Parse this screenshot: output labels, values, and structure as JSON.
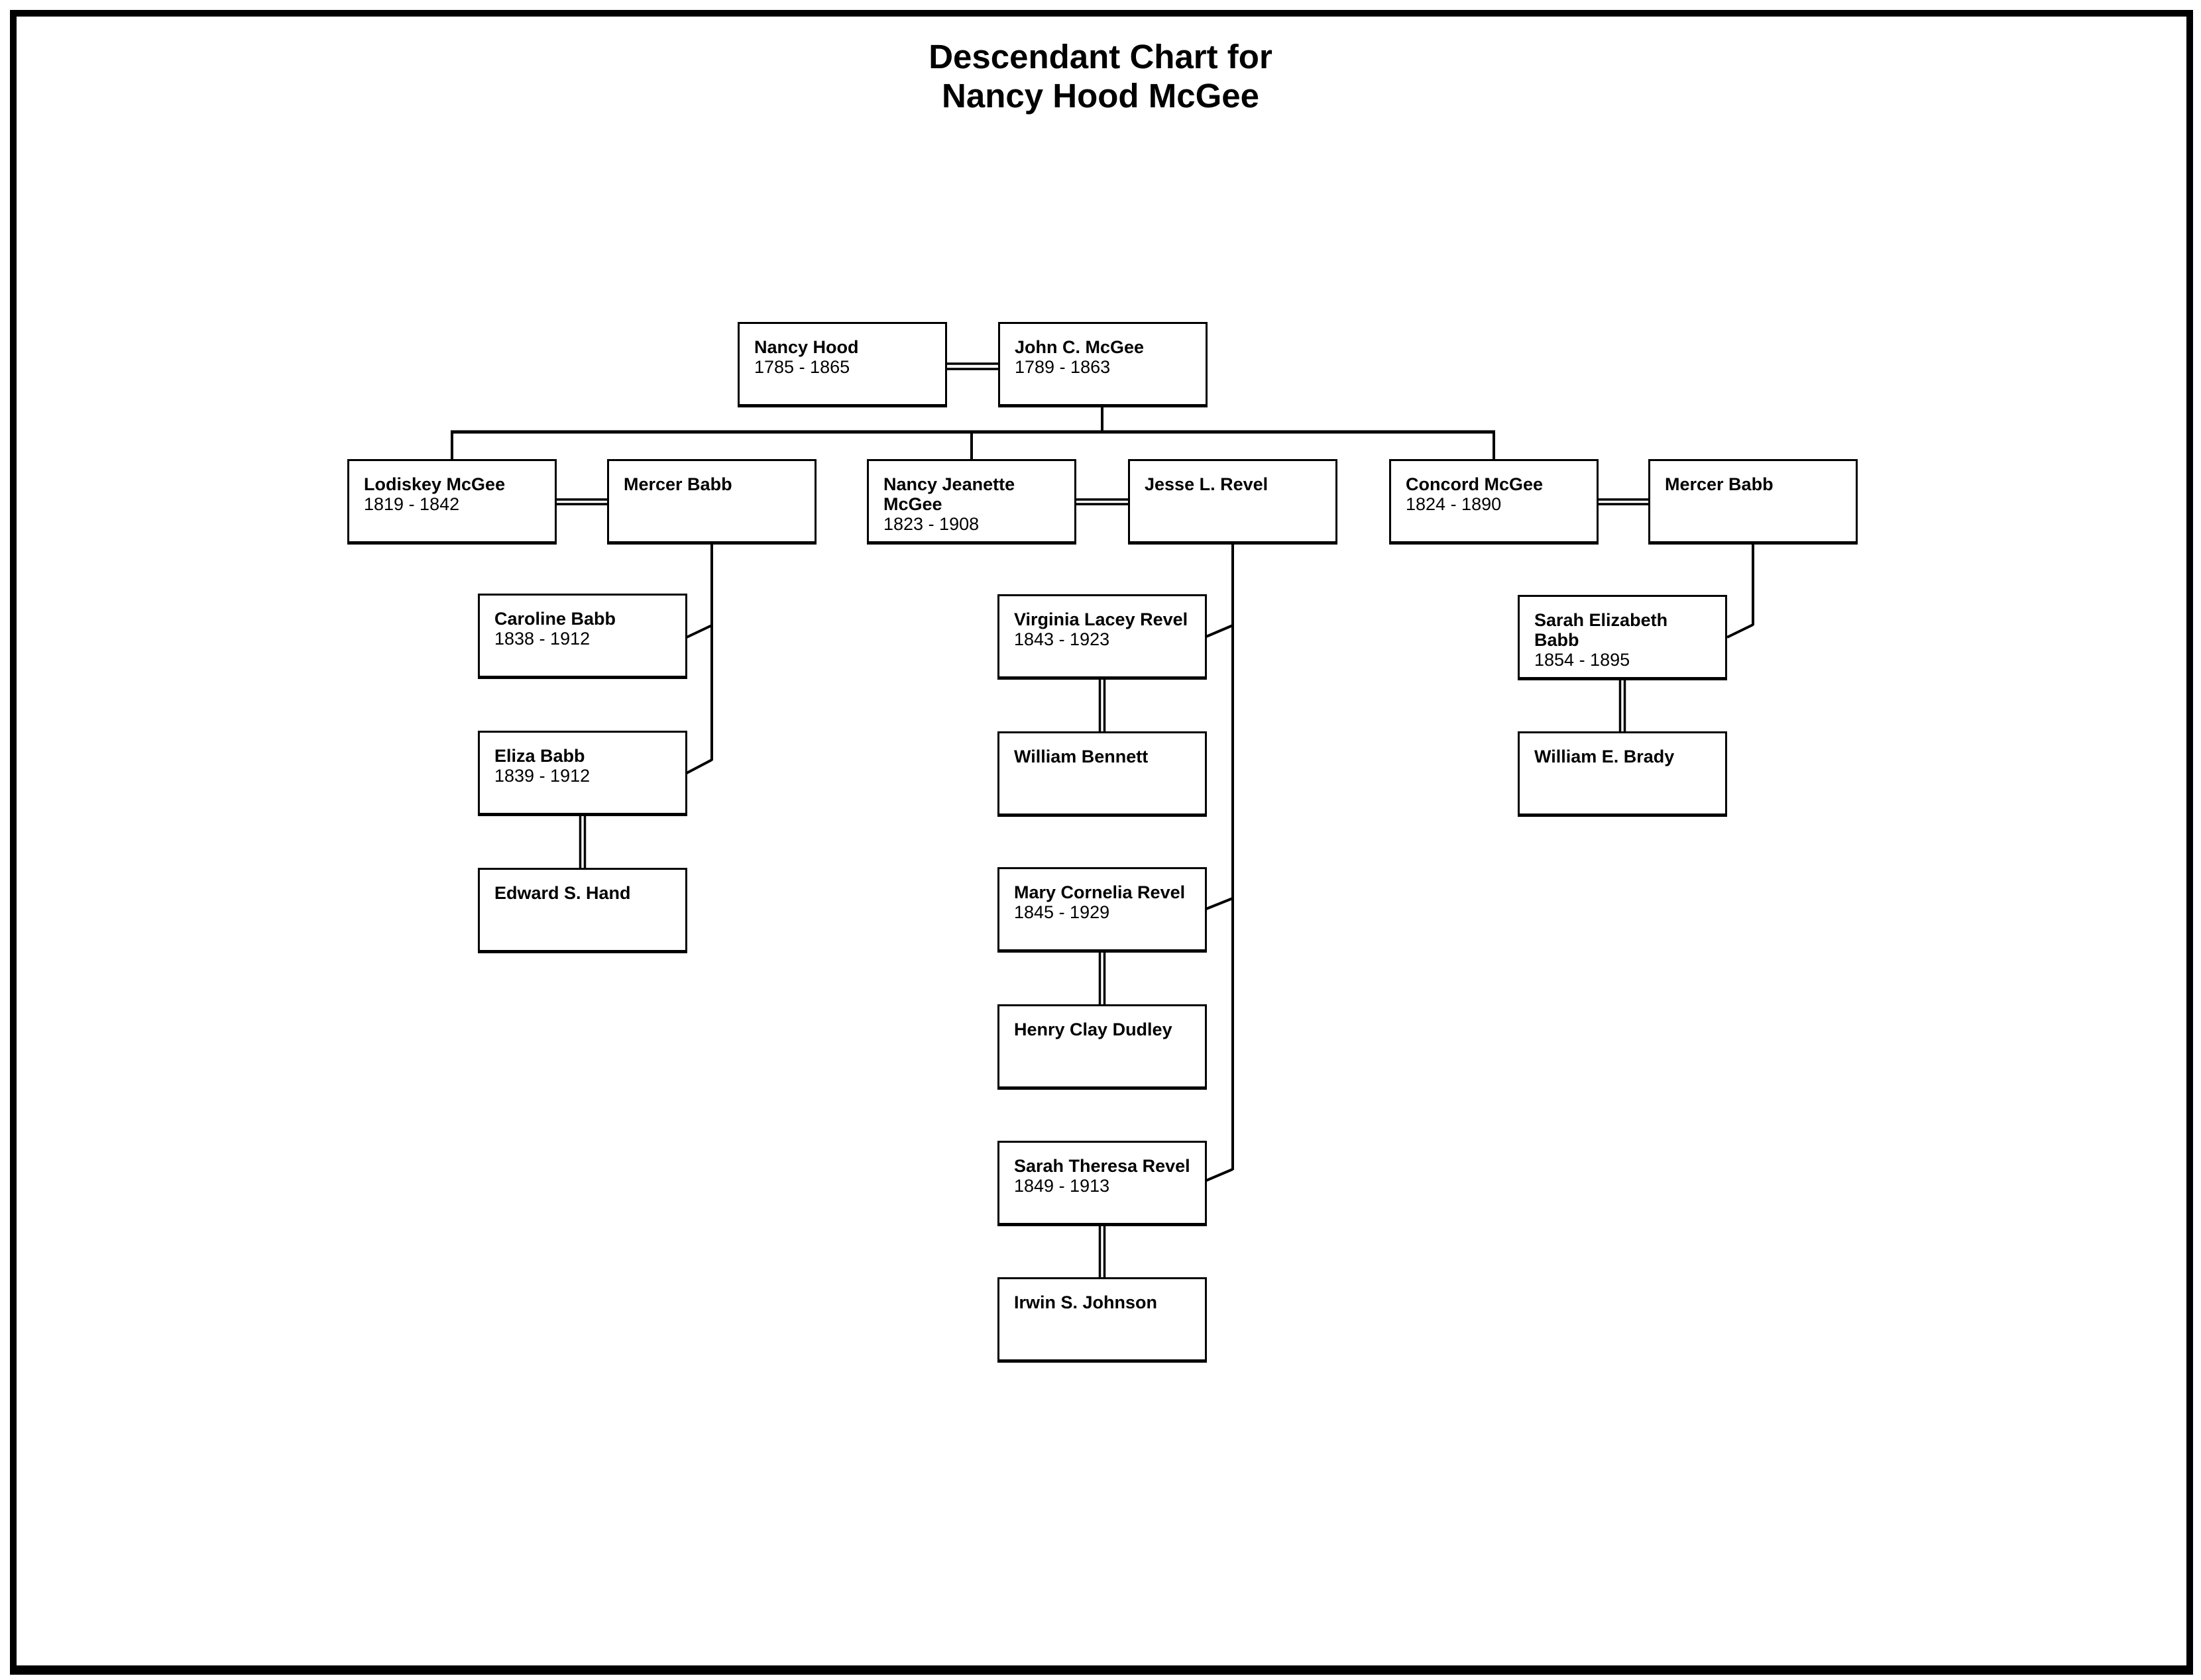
{
  "title": {
    "line1": "Descendant Chart for",
    "line2": "Nancy Hood McGee"
  },
  "colors": {
    "background": "#ffffff",
    "line": "#000000",
    "text": "#000000",
    "box_fill": "#ffffff",
    "box_border": "#000000"
  },
  "people": [
    {
      "id": "nancy-hood",
      "name": "Nancy Hood",
      "name_lines": [
        "Nancy Hood"
      ],
      "dates": "1785 - 1865"
    },
    {
      "id": "john-c-mcgee",
      "name": "John C. McGee",
      "name_lines": [
        "John C. McGee"
      ],
      "dates": "1789 - 1863"
    },
    {
      "id": "lodiskey-mcgee",
      "name": "Lodiskey McGee",
      "name_lines": [
        "Lodiskey McGee"
      ],
      "dates": "1819 - 1842"
    },
    {
      "id": "mercer-babb-1",
      "name": "Mercer Babb",
      "name_lines": [
        "Mercer Babb"
      ],
      "dates": ""
    },
    {
      "id": "nancy-jeanette-mcgee",
      "name": "Nancy Jeanette McGee",
      "name_lines": [
        "Nancy Jeanette",
        "McGee"
      ],
      "dates": "1823 - 1908"
    },
    {
      "id": "jesse-l-revel",
      "name": "Jesse L. Revel",
      "name_lines": [
        "Jesse L. Revel"
      ],
      "dates": ""
    },
    {
      "id": "concord-mcgee",
      "name": "Concord McGee",
      "name_lines": [
        "Concord McGee"
      ],
      "dates": "1824 - 1890"
    },
    {
      "id": "mercer-babb-2",
      "name": "Mercer Babb",
      "name_lines": [
        "Mercer Babb"
      ],
      "dates": ""
    },
    {
      "id": "caroline-babb",
      "name": "Caroline Babb",
      "name_lines": [
        "Caroline Babb"
      ],
      "dates": "1838 - 1912"
    },
    {
      "id": "eliza-babb",
      "name": "Eliza Babb",
      "name_lines": [
        "Eliza Babb"
      ],
      "dates": "1839 - 1912"
    },
    {
      "id": "edward-s-hand",
      "name": "Edward S. Hand",
      "name_lines": [
        "Edward S. Hand"
      ],
      "dates": ""
    },
    {
      "id": "virginia-lacey-revel",
      "name": "Virginia Lacey Revel",
      "name_lines": [
        "Virginia Lacey Revel"
      ],
      "dates": "1843 - 1923"
    },
    {
      "id": "william-bennett",
      "name": "William Bennett",
      "name_lines": [
        "William Bennett"
      ],
      "dates": ""
    },
    {
      "id": "mary-cornelia-revel",
      "name": "Mary Cornelia Revel",
      "name_lines": [
        "Mary Cornelia Revel"
      ],
      "dates": "1845 - 1929"
    },
    {
      "id": "henry-clay-dudley",
      "name": "Henry Clay Dudley",
      "name_lines": [
        "Henry Clay Dudley"
      ],
      "dates": ""
    },
    {
      "id": "sarah-theresa-revel",
      "name": "Sarah Theresa Revel",
      "name_lines": [
        "Sarah Theresa Revel"
      ],
      "dates": "1849 - 1913"
    },
    {
      "id": "irwin-s-johnson",
      "name": "Irwin S. Johnson",
      "name_lines": [
        "Irwin S. Johnson"
      ],
      "dates": ""
    },
    {
      "id": "sarah-elizabeth-babb",
      "name": "Sarah Elizabeth Babb",
      "name_lines": [
        "Sarah Elizabeth",
        "Babb"
      ],
      "dates": "1854 - 1895"
    },
    {
      "id": "william-e-brady",
      "name": "William E. Brady",
      "name_lines": [
        "William E. Brady"
      ],
      "dates": ""
    }
  ],
  "relationships": {
    "marriages": [
      [
        "Nancy Hood",
        "John C. McGee"
      ],
      [
        "Lodiskey McGee",
        "Mercer Babb"
      ],
      [
        "Nancy Jeanette McGee",
        "Jesse L. Revel"
      ],
      [
        "Concord McGee",
        "Mercer Babb"
      ],
      [
        "Eliza Babb",
        "Edward S. Hand"
      ],
      [
        "Virginia Lacey Revel",
        "William Bennett"
      ],
      [
        "Mary Cornelia Revel",
        "Henry Clay Dudley"
      ],
      [
        "Sarah Theresa Revel",
        "Irwin S. Johnson"
      ],
      [
        "Sarah Elizabeth Babb",
        "William E. Brady"
      ]
    ],
    "children": [
      {
        "parents": [
          "Nancy Hood",
          "John C. McGee"
        ],
        "children": [
          "Lodiskey McGee",
          "Nancy Jeanette McGee",
          "Concord McGee"
        ]
      },
      {
        "parents": [
          "Lodiskey McGee",
          "Mercer Babb"
        ],
        "children": [
          "Caroline Babb",
          "Eliza Babb"
        ]
      },
      {
        "parents": [
          "Nancy Jeanette McGee",
          "Jesse L. Revel"
        ],
        "children": [
          "Virginia Lacey Revel",
          "Mary Cornelia Revel",
          "Sarah Theresa Revel"
        ]
      },
      {
        "parents": [
          "Concord McGee",
          "Mercer Babb"
        ],
        "children": [
          "Sarah Elizabeth Babb"
        ]
      }
    ]
  }
}
